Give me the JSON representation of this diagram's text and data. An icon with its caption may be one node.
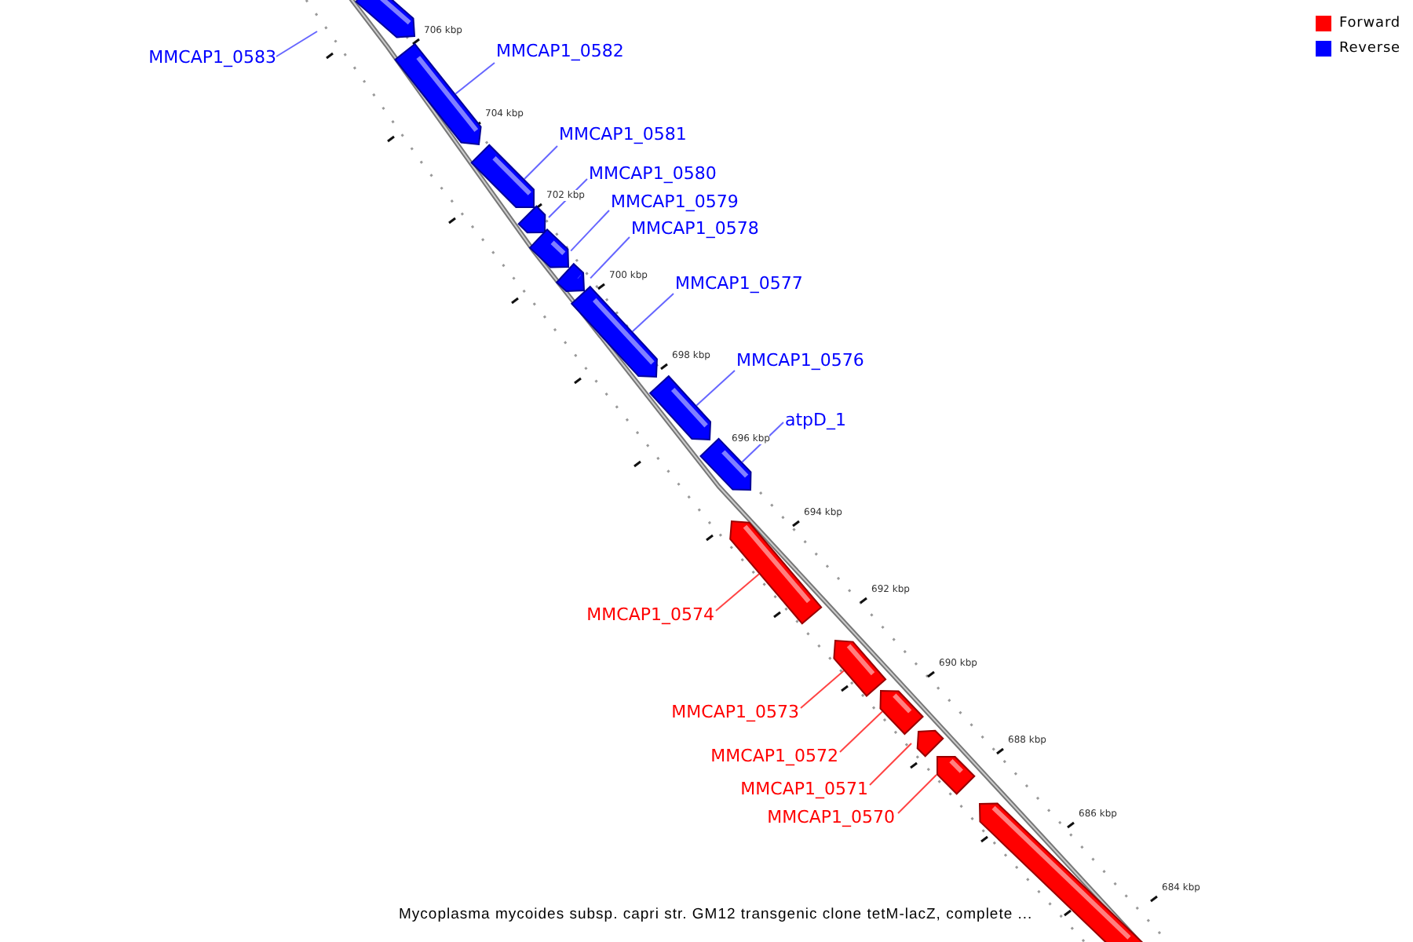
{
  "diagram": {
    "caption": "Mycoplasma mycoides subsp. capri str. GM12 transgenic clone tetM-lacZ, complete ...",
    "nodes": [
      {
        "text": [
          "MMCAP1_0583"
        ]
      },
      {
        "text": [],
        "shape": "bar"
      },
      {
        "text": [
          "MMCAP1_0582"
        ]
      },
      {
        "text": [],
        "shape": "bar"
      },
      {
        "text": [
          "MMCAP1_0581"
        ]
      },
      {
        "text": [],
        "shape": "bar"
      },
      {
        "text": [
          "MMCAP1_0580"
        ]
      },
      {
        "text": [],
        "shape": "bar"
      },
      {
        "text": [
          "MMCAP1_0579"
        ]
      },
      {
        "text": [],
        "shape": "bar"
      },
      {
        "text": [
          "MMCAP1_0578"
        ]
      },
      {
        "text": [],
        "shape": "bar"
      },
      {
        "text": [
          "MMCAP1_0577"
        ]
      },
      {
        "text": [],
        "shape": "bar"
      },
      {
        "text": [
          "MMCAP1_0576"
        ]
      },
      {
        "text": [],
        "shape": "bar"
      },
      {
        "text": [
          "atpD_1"
        ]
      },
      {
        "text": [],
        "shape": "bar"
      },
      {
        "text": [
          "MMCAP1_0574"
        ]
      },
      {
        "text": [],
        "shape": "bar"
      },
      {
        "text": [
          "MMCAP1_0573"
        ]
      },
      {
        "text": [],
        "shape": "bar"
      },
      {
        "text": [
          "MMCAP1_0572"
        ]
      },
      {
        "text": [],
        "shape": "bar"
      },
      {
        "text": [
          "MMCAP1_0571"
        ]
      },
      {
        "text": [],
        "shape": "bar"
      },
      {
        "text": [
          "MMCAP1_0570"
        ]
      },
      {
        "text": [],
        "shape": "bar"
      },
      {
        "text": [],
        "shape": "bar"
      }
    ],
    "edges": [
      {
        "from": 0,
        "to": null,
        "arrow": "none",
        "color": "#6666ff"
      },
      {
        "from": 2,
        "to": 3,
        "arrow": "none",
        "color": "#6666ff"
      },
      {
        "from": 4,
        "to": 5,
        "arrow": "none",
        "color": "#6666ff"
      },
      {
        "from": 6,
        "to": 7,
        "arrow": "none",
        "color": "#6666ff"
      },
      {
        "from": 8,
        "to": 9,
        "arrow": "none",
        "color": "#6666ff"
      },
      {
        "from": 10,
        "to": 11,
        "arrow": "none",
        "color": "#6666ff"
      },
      {
        "from": 12,
        "to": 13,
        "arrow": "none",
        "color": "#6666ff"
      },
      {
        "from": 14,
        "to": 15,
        "arrow": "none",
        "color": "#6666ff"
      },
      {
        "from": 16,
        "to": 17,
        "arrow": "none",
        "color": "#6666ff"
      },
      {
        "from": 18,
        "to": 19,
        "arrow": "none",
        "color": "#ff4444"
      },
      {
        "from": 20,
        "to": 21,
        "arrow": "none",
        "color": "#ff4444"
      },
      {
        "from": 22,
        "to": 23,
        "arrow": "none",
        "color": "#ff4444"
      },
      {
        "from": 24,
        "to": 25,
        "arrow": "none",
        "color": "#ff4444"
      },
      {
        "from": 26,
        "to": 27,
        "arrow": "none",
        "color": "#ff4444"
      }
    ],
    "labels": [
      "706 kbp",
      "704 kbp",
      "702 kbp",
      "700 kbp",
      "698 kbp",
      "696 kbp",
      "694 kbp",
      "692 kbp",
      "690 kbp",
      "688 kbp",
      "686 kbp",
      "684 kbp"
    ],
    "legend": [
      {
        "text": "Forward",
        "color": "#ff0000"
      },
      {
        "text": "Reverse",
        "color": "#0000ff"
      }
    ]
  }
}
